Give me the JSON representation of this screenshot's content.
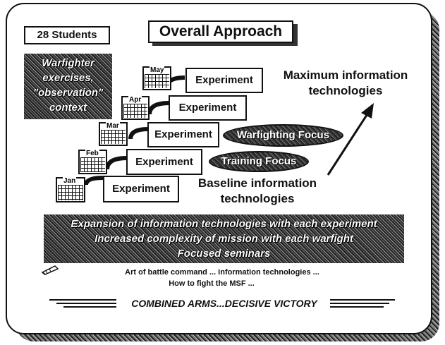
{
  "students_label": "28 Students",
  "title": "Overall Approach",
  "context_label": "Warfighter exercises, \"observation\" context",
  "months": [
    "Jan",
    "Feb",
    "Mar",
    "Apr",
    "May"
  ],
  "experiment_label": "Experiment",
  "warfighting_focus": "Warfighting Focus",
  "training_focus": "Training Focus",
  "max_info_label": "Maximum information technologies",
  "baseline_label": "Baseline information technologies",
  "banner_lines": [
    "Expansion of information technologies with each experiment",
    "Increased complexity of mission with each warfight",
    "Focused seminars"
  ],
  "seminar_line1": "Art of battle command ... information technologies ...",
  "seminar_line2": "How to fight the MSF ...",
  "footer": "COMBINED ARMS...DECISIVE VICTORY"
}
